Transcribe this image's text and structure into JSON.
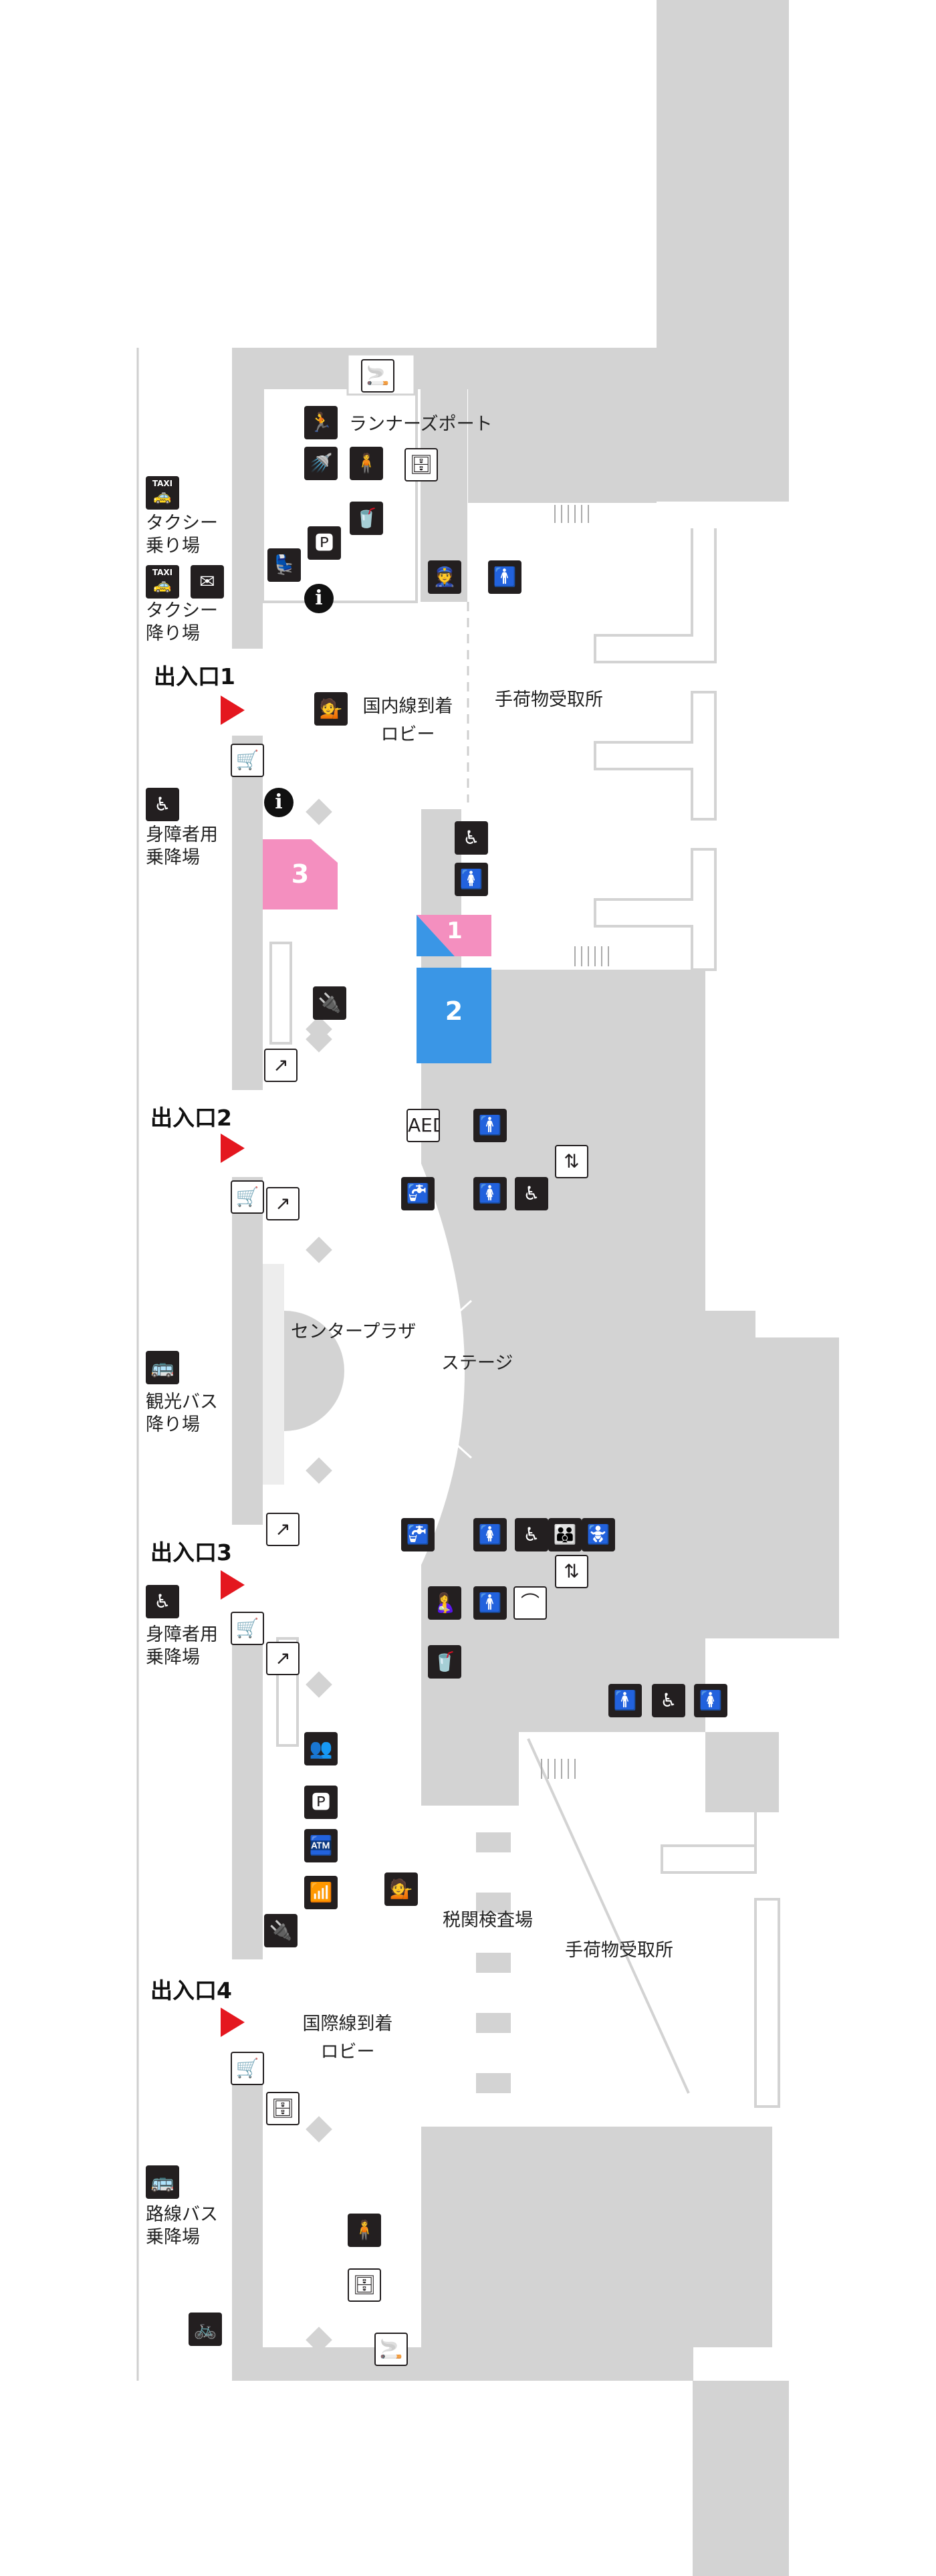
{
  "entrances": [
    {
      "label": "出入口1"
    },
    {
      "label": "出入口2"
    },
    {
      "label": "出入口3"
    },
    {
      "label": "出入口4"
    }
  ],
  "areas": {
    "runners_port": "ランナーズポート",
    "domestic_lobby_1": "国内線到着",
    "domestic_lobby_2": "ロビー",
    "baggage_claim_domestic": "手荷物受取所",
    "center_plaza": "センタープラザ",
    "stage": "ステージ",
    "customs": "税関検査場",
    "baggage_claim_international": "手荷物受取所",
    "international_lobby_1": "国際線到着",
    "international_lobby_2": "ロビー"
  },
  "outside_labels": {
    "taxi_pickup_1": "タクシー",
    "taxi_pickup_2": "乗り場",
    "taxi_dropoff_1": "タクシー",
    "taxi_dropoff_2": "降り場",
    "accessible_1_1": "身障者用",
    "accessible_1_2": "乗降場",
    "tour_bus_1": "観光バス",
    "tour_bus_2": "降り場",
    "accessible_2_1": "身障者用",
    "accessible_2_2": "乗降場",
    "route_bus_1": "路線バス",
    "route_bus_2": "乗降場"
  },
  "shops": [
    {
      "number": "3",
      "color": "#f48fbf"
    },
    {
      "number": "1",
      "color": "#f48fbf"
    },
    {
      "number": "2",
      "color": "#3a96e6"
    }
  ],
  "icon_texts": {
    "taxi": "TAXI",
    "aed": "AED",
    "info": "i"
  },
  "colors": {
    "building": "#d3d3d3",
    "pink": "#f48fbf",
    "blue": "#3a96e6",
    "arrow": "#e4171f",
    "icon": "#231f20"
  }
}
